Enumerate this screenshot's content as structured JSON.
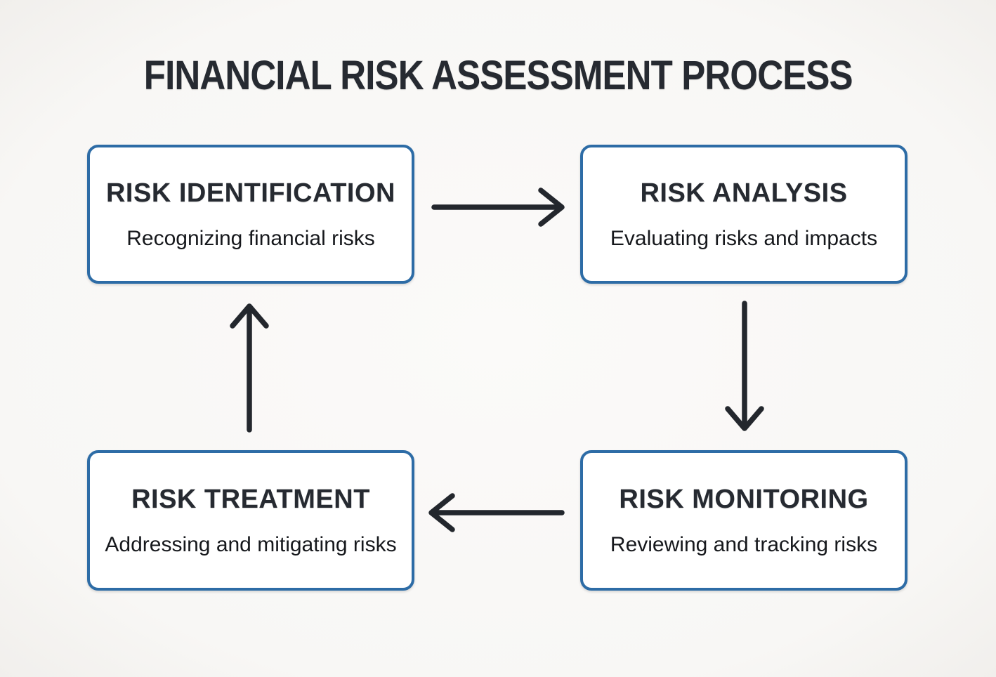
{
  "title": "FINANCIAL RISK ASSESSMENT PROCESS",
  "colors": {
    "background": "#f8f7f5",
    "box_border": "#2d6ca6",
    "box_background": "#ffffff",
    "heading_text": "#262a31",
    "body_text": "#16181c",
    "arrow": "#23272d"
  },
  "nodes": [
    {
      "position": "top-left",
      "title": "RISK IDENTIFICATION",
      "subtitle": "Recognizing financial risks"
    },
    {
      "position": "top-right",
      "title": "RISK ANALYSIS",
      "subtitle": "Evaluating risks and impacts"
    },
    {
      "position": "bottom-right",
      "title": "RISK MONITORING",
      "subtitle": "Reviewing and tracking risks"
    },
    {
      "position": "bottom-left",
      "title": "RISK TREATMENT",
      "subtitle": "Addressing and mitigating risks"
    }
  ],
  "arrows": [
    {
      "from": "RISK IDENTIFICATION",
      "to": "RISK ANALYSIS",
      "direction": "right"
    },
    {
      "from": "RISK ANALYSIS",
      "to": "RISK MONITORING",
      "direction": "down"
    },
    {
      "from": "RISK MONITORING",
      "to": "RISK TREATMENT",
      "direction": "left"
    },
    {
      "from": "RISK TREATMENT",
      "to": "RISK IDENTIFICATION",
      "direction": "up"
    }
  ]
}
